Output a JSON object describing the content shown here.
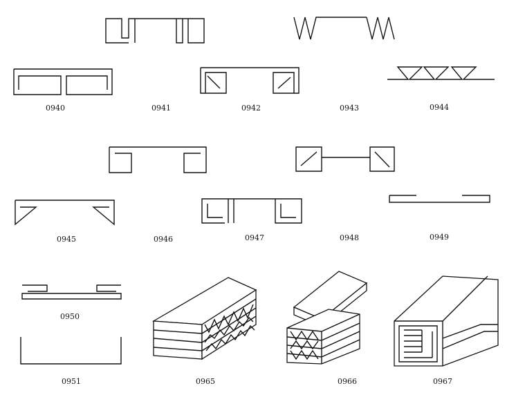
{
  "figures": [
    {
      "code": "0940"
    },
    {
      "code": "0941"
    },
    {
      "code": "0942"
    },
    {
      "code": "0943"
    },
    {
      "code": "0944"
    },
    {
      "code": "0945"
    },
    {
      "code": "0946"
    },
    {
      "code": "0947"
    },
    {
      "code": "0948"
    },
    {
      "code": "0949"
    },
    {
      "code": "0950"
    },
    {
      "code": "0951"
    },
    {
      "code": "0965"
    },
    {
      "code": "0966"
    },
    {
      "code": "0967"
    }
  ]
}
